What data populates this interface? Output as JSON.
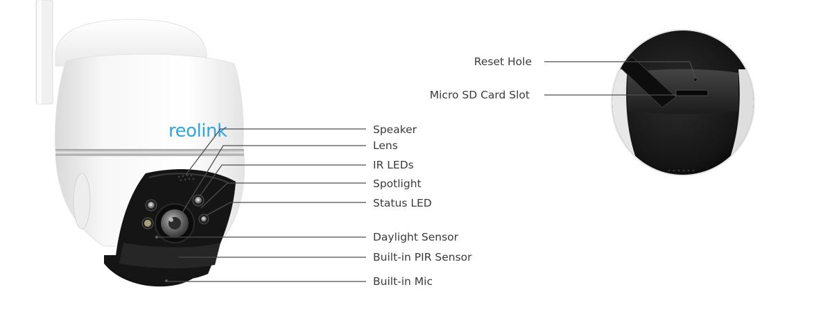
{
  "brand": "reolink",
  "colors": {
    "brand": "#2fa6df",
    "label_text": "#3a3a3a",
    "leader_line": "#4d4d4d",
    "camera_body": "#f4f4f4",
    "camera_face": "#151515"
  },
  "front_view": {
    "callouts": {
      "speaker": "Speaker",
      "lens": "Lens",
      "ir_leds": "IR LEDs",
      "spotlight": "Spotlight",
      "status_led": "Status LED",
      "daylight_sensor": "Daylight Sensor",
      "pir_sensor": "Built-in PIR Sensor",
      "mic": "Built-in Mic"
    }
  },
  "bottom_view": {
    "callouts": {
      "reset_hole": "Reset Hole",
      "sd_slot": "Micro SD Card Slot"
    }
  }
}
